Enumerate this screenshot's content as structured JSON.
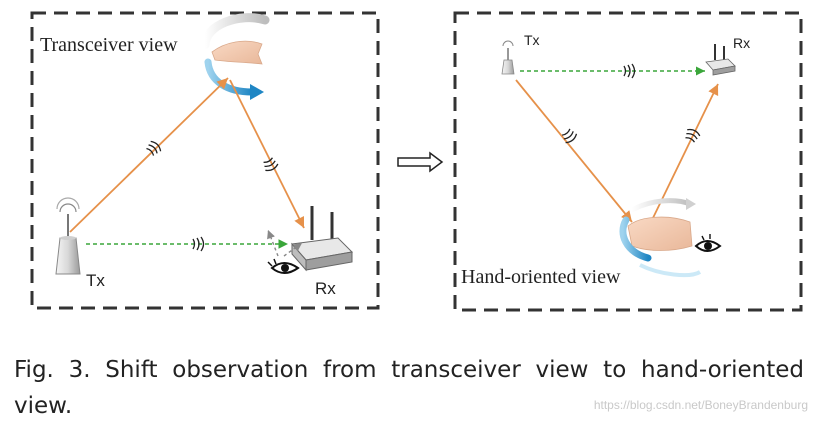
{
  "left_panel": {
    "title": "Transceiver view",
    "tx_label": "Tx",
    "rx_label": "Rx"
  },
  "right_panel": {
    "title": "Hand-oriented view",
    "tx_label": "Tx",
    "rx_label": "Rx"
  },
  "caption": {
    "text": "Fig. 3. Shift observation from transceiver view to hand-oriented view."
  },
  "watermark": {
    "text": "https://blog.csdn.net/BoneyBrandenburg"
  },
  "colors": {
    "reflection_path": "#e6914a",
    "los_path": "#3aa63a",
    "hand_arrow": "#3ba3d6",
    "frame": "#333333"
  }
}
